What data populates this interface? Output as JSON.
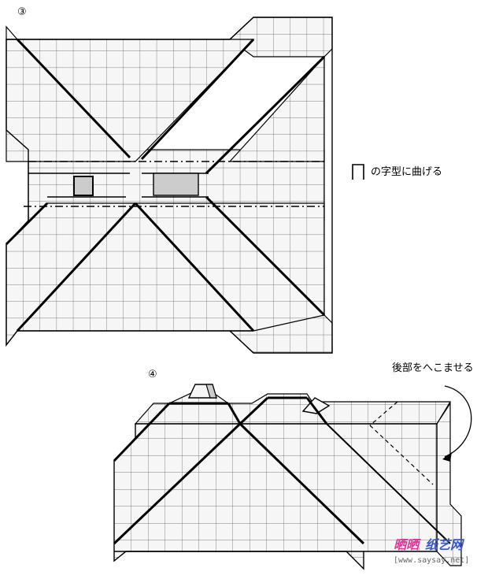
{
  "diagram": {
    "step3": {
      "number": "③",
      "instruction": "の字型に曲げる",
      "symbol": "fold-shape-icon"
    },
    "step4": {
      "number": "④",
      "instruction": "後部をへこませる"
    },
    "colors": {
      "stroke": "#000000",
      "grid": "#555555",
      "paper": "#f5f5f5",
      "highlight": "#cccccc",
      "watermark_pink": "#e0349b",
      "watermark_blue": "#3a56c8"
    }
  },
  "watermark": {
    "part1": "晒晒",
    "part2": "纸艺网",
    "url": "[www.saysay.net]"
  }
}
